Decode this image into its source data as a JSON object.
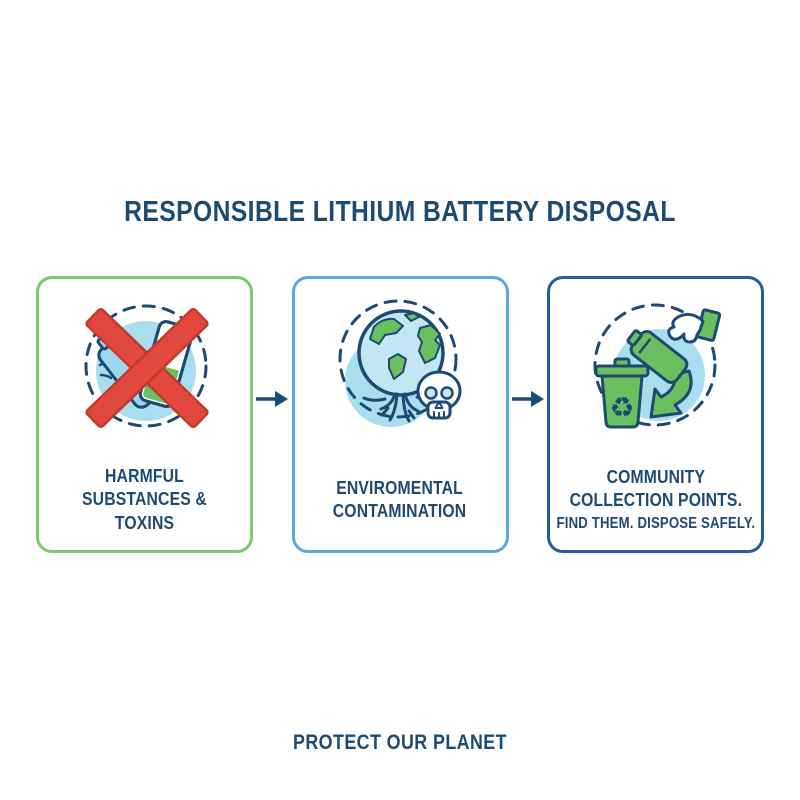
{
  "title": "RESPONSIBLE LITHIUM BATTERY DISPOSAL",
  "footer": "PROTECT OUR PLANET",
  "arrow": {
    "glyph": "→",
    "color": "#1D4A73"
  },
  "colors": {
    "background": "#FFFFFF",
    "text_navy": "#1D4A73",
    "card1_border_green": "#7CC96B",
    "card2_border_light_blue": "#5FA8DC",
    "card3_border_dark_blue": "#2A5A9E",
    "icon_light_blue_fill": "#A9DEEF",
    "icon_globe_blue": "#C2E7F2",
    "icon_green": "#6CBF5F",
    "icon_battery_blue": "#9FD6EE",
    "prohibition_red": "#E2493E"
  },
  "cards": [
    {
      "id": "harmful-substances",
      "icon": "crossed-batteries-icon",
      "lines": [
        "HARMFUL",
        "SUBSTANCES &",
        "TOXINS"
      ]
    },
    {
      "id": "environmental-contamination",
      "icon": "earth-roots-skull-icon",
      "lines": [
        "ENVIROMENTAL",
        "CONTAMINATION"
      ]
    },
    {
      "id": "community-collection-points",
      "icon": "battery-recycle-bin-icon",
      "lines": [
        "COMMUNITY",
        "COLLECTION POINTS."
      ],
      "subline": "FIND THEM. DISPOSE SAFELY."
    }
  ]
}
